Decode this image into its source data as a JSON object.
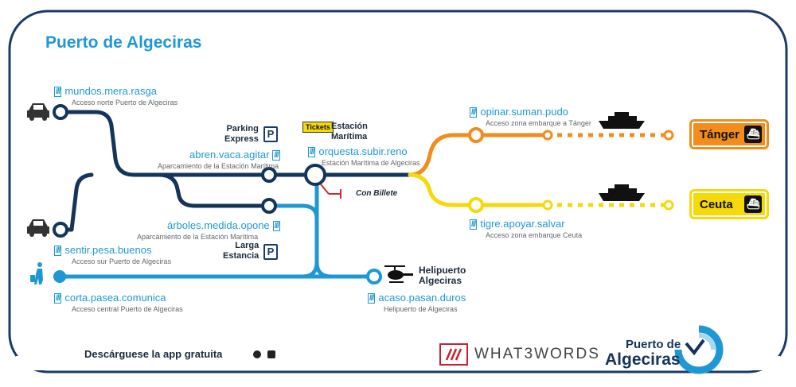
{
  "title": "Puerto de Algeciras",
  "stations": {
    "north": {
      "code": "mundos.mera.rasga",
      "desc": "Acceso norte Puerto de Algeciras"
    },
    "parking_express": {
      "code": "abren.vaca.agitar",
      "desc": "Aparcamiento de la Estación Marítima",
      "label_1": "Parking",
      "label_2": "Express",
      "badge": "P"
    },
    "estacion": {
      "code": "orquesta.subir.reno",
      "desc": "Estación Marítima de Algeciras",
      "label_1": "Estación",
      "label_2": "Marítima",
      "tickets": "Tickets"
    },
    "larga": {
      "code": "árboles.medida.opone",
      "desc": "Aparcamiento de la Estación Marítima",
      "label_1": "Larga",
      "label_2": "Estancia",
      "badge": "P"
    },
    "south": {
      "code": "sentir.pesa.buenos",
      "desc": "Acceso sur Puerto de Algeciras"
    },
    "central": {
      "code": "corta.pasea.comunica",
      "desc": "Acceso central Puerto de Algeciras"
    },
    "heli": {
      "code": "acaso.pasan.duros",
      "desc": "Helipuerto de Algeciras",
      "label_1": "Helipuerto",
      "label_2": "Algeciras"
    },
    "tanger_zone": {
      "code": "opinar.suman.pudo",
      "desc": "Acceso zona embarque a Tánger"
    },
    "ceuta_zone": {
      "code": "tigre.apoyar.salvar",
      "desc": "Acceso zona embarque Ceuta"
    }
  },
  "destinations": {
    "tanger": "Tánger",
    "ceuta": "Ceuta"
  },
  "con_billete": "Con Billete",
  "w3w_slash": "///",
  "footer": {
    "app_text": "Descárguese la app gratuita",
    "brand": "WHAT3WORDS",
    "logo_line1": "Puerto de",
    "logo_line2": "Algeciras"
  },
  "colors": {
    "navy": "#15345a",
    "blue": "#1e98d4",
    "orange": "#f28c1c",
    "yellow": "#f5d90a"
  }
}
